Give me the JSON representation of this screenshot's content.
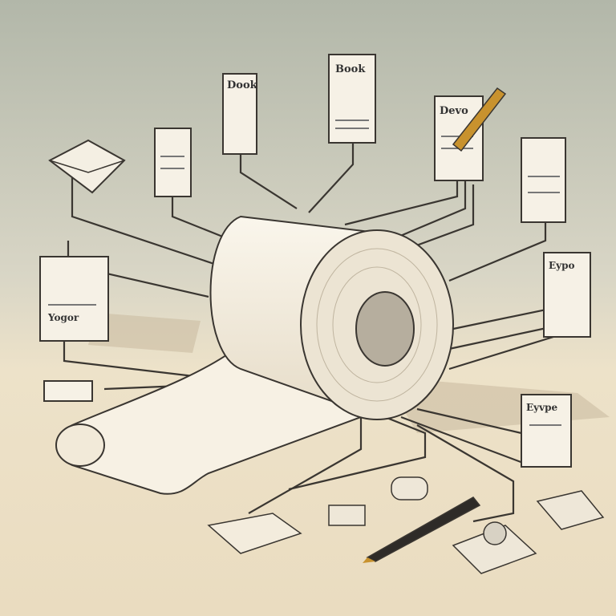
{
  "illustration": {
    "doc_labels": [
      "Dook",
      "Book",
      "Devo",
      "Eypo",
      "Yogor",
      "Eyvpe"
    ],
    "colors": {
      "sky_top": "#b4b9ab",
      "floor": "#efe2c8",
      "paper": "#f7f1e4",
      "line": "#3a3631",
      "pen_gold": "#c8922e"
    }
  }
}
